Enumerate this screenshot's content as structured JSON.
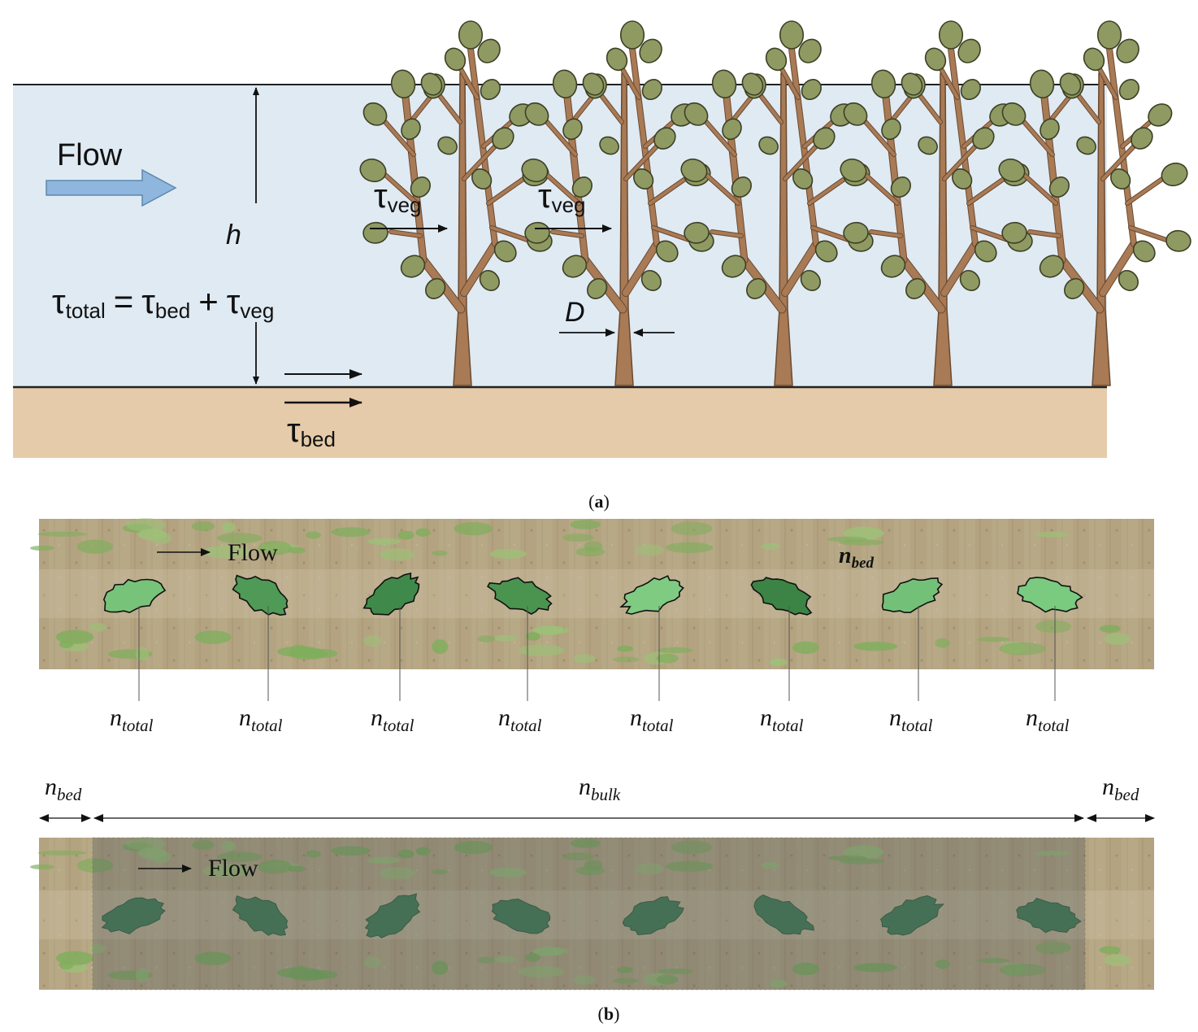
{
  "panel_a": {
    "label_open": "(",
    "label_letter": "a",
    "label_close": ")",
    "flow_label": "Flow",
    "depth_symbol": "h",
    "tau_symbol": "τ",
    "equation": {
      "total_sub": "total",
      "equals": "=",
      "bed_sub": "bed",
      "plus": "+",
      "veg_sub": "veg"
    },
    "veg_label_sub": "veg",
    "bed_label_sub": "bed",
    "stem_diameter": "D",
    "colors": {
      "water": "#dfeaf3",
      "bed": "#e5cba9",
      "trunk": "#a87a55",
      "leaf": "#8e9a62",
      "flow_arrow": "#8fb6dc"
    }
  },
  "panel_b": {
    "label_open": "(",
    "label_letter": "b",
    "label_close": ")",
    "flow_label": "Flow",
    "n_symbol": "n",
    "bed_sub": "bed",
    "total_sub": "total",
    "bulk_sub": "bulk",
    "colors": {
      "soil": "#b4a684",
      "patch_light": "#77c37a",
      "patch_dark": "#3f8a4a",
      "overlay": "#3a4a55"
    }
  }
}
